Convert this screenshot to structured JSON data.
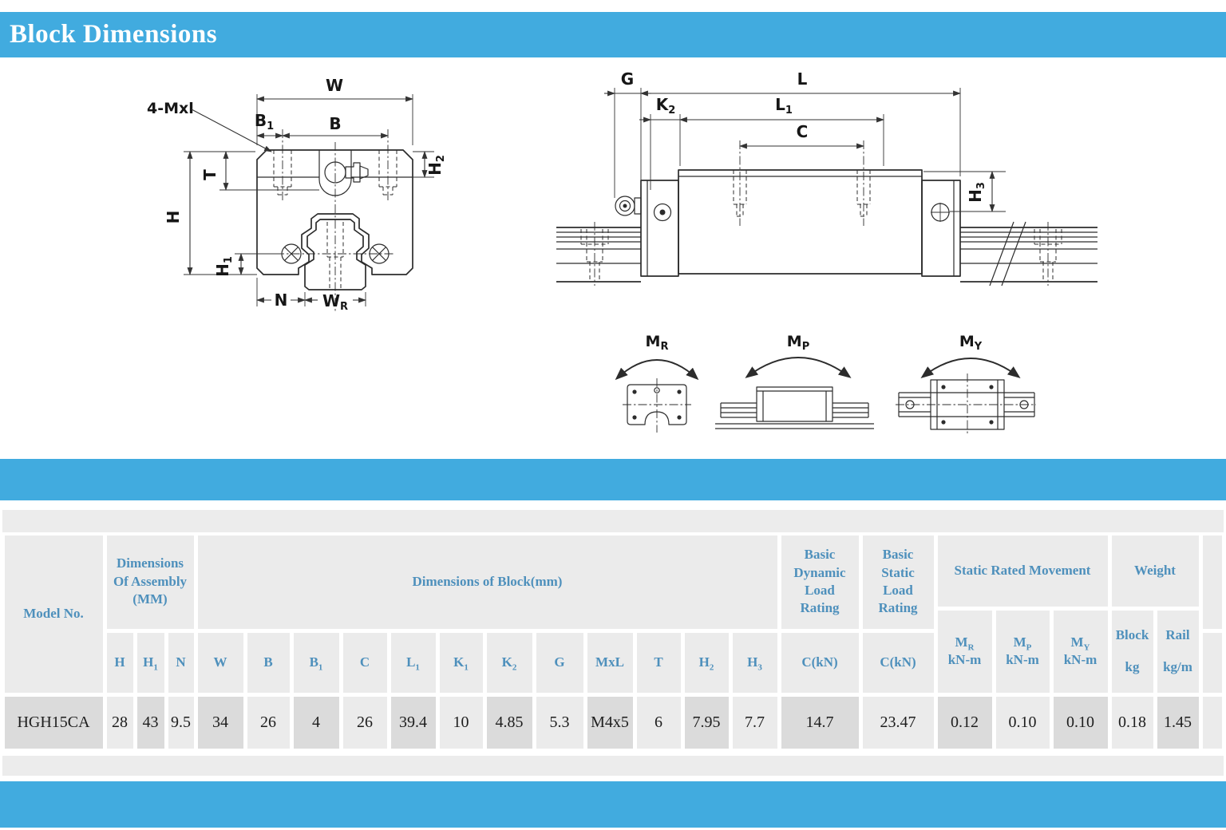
{
  "page": {
    "title": "Block Dimensions",
    "accent_color": "#41ABDF",
    "header_text_color": "#4E90BC",
    "cell_light": "#EBEBEB",
    "cell_dark": "#DBDBDB"
  },
  "drawings": {
    "front": {
      "note": "4-Mxl",
      "w": "W",
      "b": "B",
      "b1b": "B",
      "b1s": "1",
      "t": "T",
      "h": "H",
      "h1b": "H",
      "h1s": "1",
      "h2b": "H",
      "h2s": "2",
      "n": "N",
      "wrb": "W",
      "wrs": "R"
    },
    "side": {
      "g": "G",
      "l": "L",
      "k2b": "K",
      "k2s": "2",
      "l1b": "L",
      "l1s": "1",
      "c": "C",
      "h3b": "H",
      "h3s": "3"
    },
    "moments": {
      "m1b": "M",
      "m1s": "R",
      "m2b": "M",
      "m2s": "P",
      "m3b": "M",
      "m3s": "Y"
    }
  },
  "table": {
    "model_header": "Model No.",
    "groups": {
      "assembly": "Dimensions Of Assembly (MM)",
      "block": "Dimensions of Block(mm)",
      "dynamic": "Basic Dynamic Load Rating",
      "static": "Basic Static Load Rating",
      "static_rated": "Static Rated Movement",
      "weight": "Weight"
    },
    "cols": [
      {
        "base": "H",
        "sub": "",
        "unit": ""
      },
      {
        "base": "H",
        "sub": "1",
        "unit": ""
      },
      {
        "base": "N",
        "sub": "",
        "unit": ""
      },
      {
        "base": "W",
        "sub": "",
        "unit": ""
      },
      {
        "base": "B",
        "sub": "",
        "unit": ""
      },
      {
        "base": "B",
        "sub": "1",
        "unit": ""
      },
      {
        "base": "C",
        "sub": "",
        "unit": ""
      },
      {
        "base": "L",
        "sub": "1",
        "unit": ""
      },
      {
        "base": "K",
        "sub": "1",
        "unit": ""
      },
      {
        "base": "K",
        "sub": "2",
        "unit": ""
      },
      {
        "base": "G",
        "sub": "",
        "unit": ""
      },
      {
        "base": "MxL",
        "sub": "",
        "unit": ""
      },
      {
        "base": "T",
        "sub": "",
        "unit": ""
      },
      {
        "base": "H",
        "sub": "2",
        "unit": ""
      },
      {
        "base": "H",
        "sub": "3",
        "unit": ""
      },
      {
        "base": "C(kN)",
        "sub": "",
        "unit": ""
      },
      {
        "base": "C(kN)",
        "sub": "",
        "unit": ""
      },
      {
        "base": "M",
        "sub": "R",
        "unit": "kN-m"
      },
      {
        "base": "M",
        "sub": "P",
        "unit": "kN-m"
      },
      {
        "base": "M",
        "sub": "Y",
        "unit": "kN-m"
      },
      {
        "base": "Block",
        "sub": "",
        "unit": "kg"
      },
      {
        "base": "Rail",
        "sub": "",
        "unit": "kg/m"
      }
    ],
    "row": [
      "HGH15CA",
      "28",
      "43",
      "9.5",
      "34",
      "26",
      "4",
      "26",
      "39.4",
      "10",
      "4.85",
      "5.3",
      "M4x5",
      "6",
      "7.95",
      "7.7",
      "14.7",
      "23.47",
      "0.12",
      "0.10",
      "0.10",
      "0.18",
      "1.45"
    ]
  }
}
